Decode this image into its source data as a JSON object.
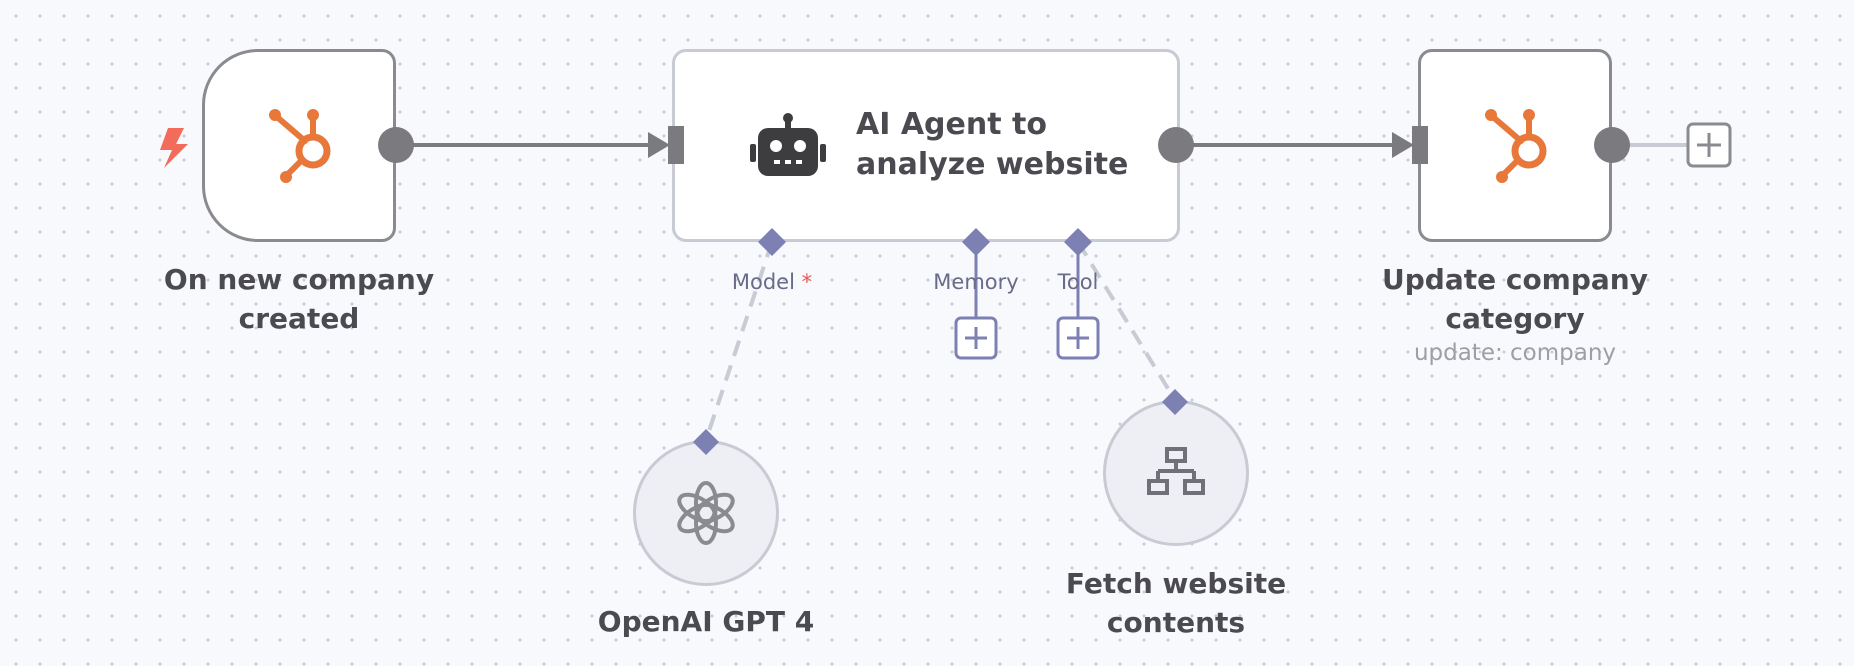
{
  "nodes": {
    "trigger": {
      "title_line1": "On new company",
      "title_line2": "created",
      "icon": "hubspot-icon",
      "badge_icon": "lightning-icon"
    },
    "agent": {
      "title_line1": "AI Agent to",
      "title_line2": "analyze website",
      "icon": "robot-icon"
    },
    "update": {
      "title_line1": "Update company",
      "title_line2": "category",
      "subtitle": "update: company",
      "icon": "hubspot-icon"
    },
    "openai": {
      "title": "OpenAI GPT 4",
      "icon": "openai-icon"
    },
    "fetch": {
      "title_line1": "Fetch website",
      "title_line2": "contents",
      "icon": "sitemap-icon"
    }
  },
  "ports": {
    "model": {
      "label": "Model",
      "required_mark": "*"
    },
    "memory": {
      "label": "Memory"
    },
    "tool": {
      "label": "Tool"
    }
  },
  "colors": {
    "hubspot": "#e8783a",
    "node_border": "#8a8b91",
    "port": "#7d80b3",
    "edge": "#7a7a7f",
    "trigger_badge": "#f26b5b"
  }
}
